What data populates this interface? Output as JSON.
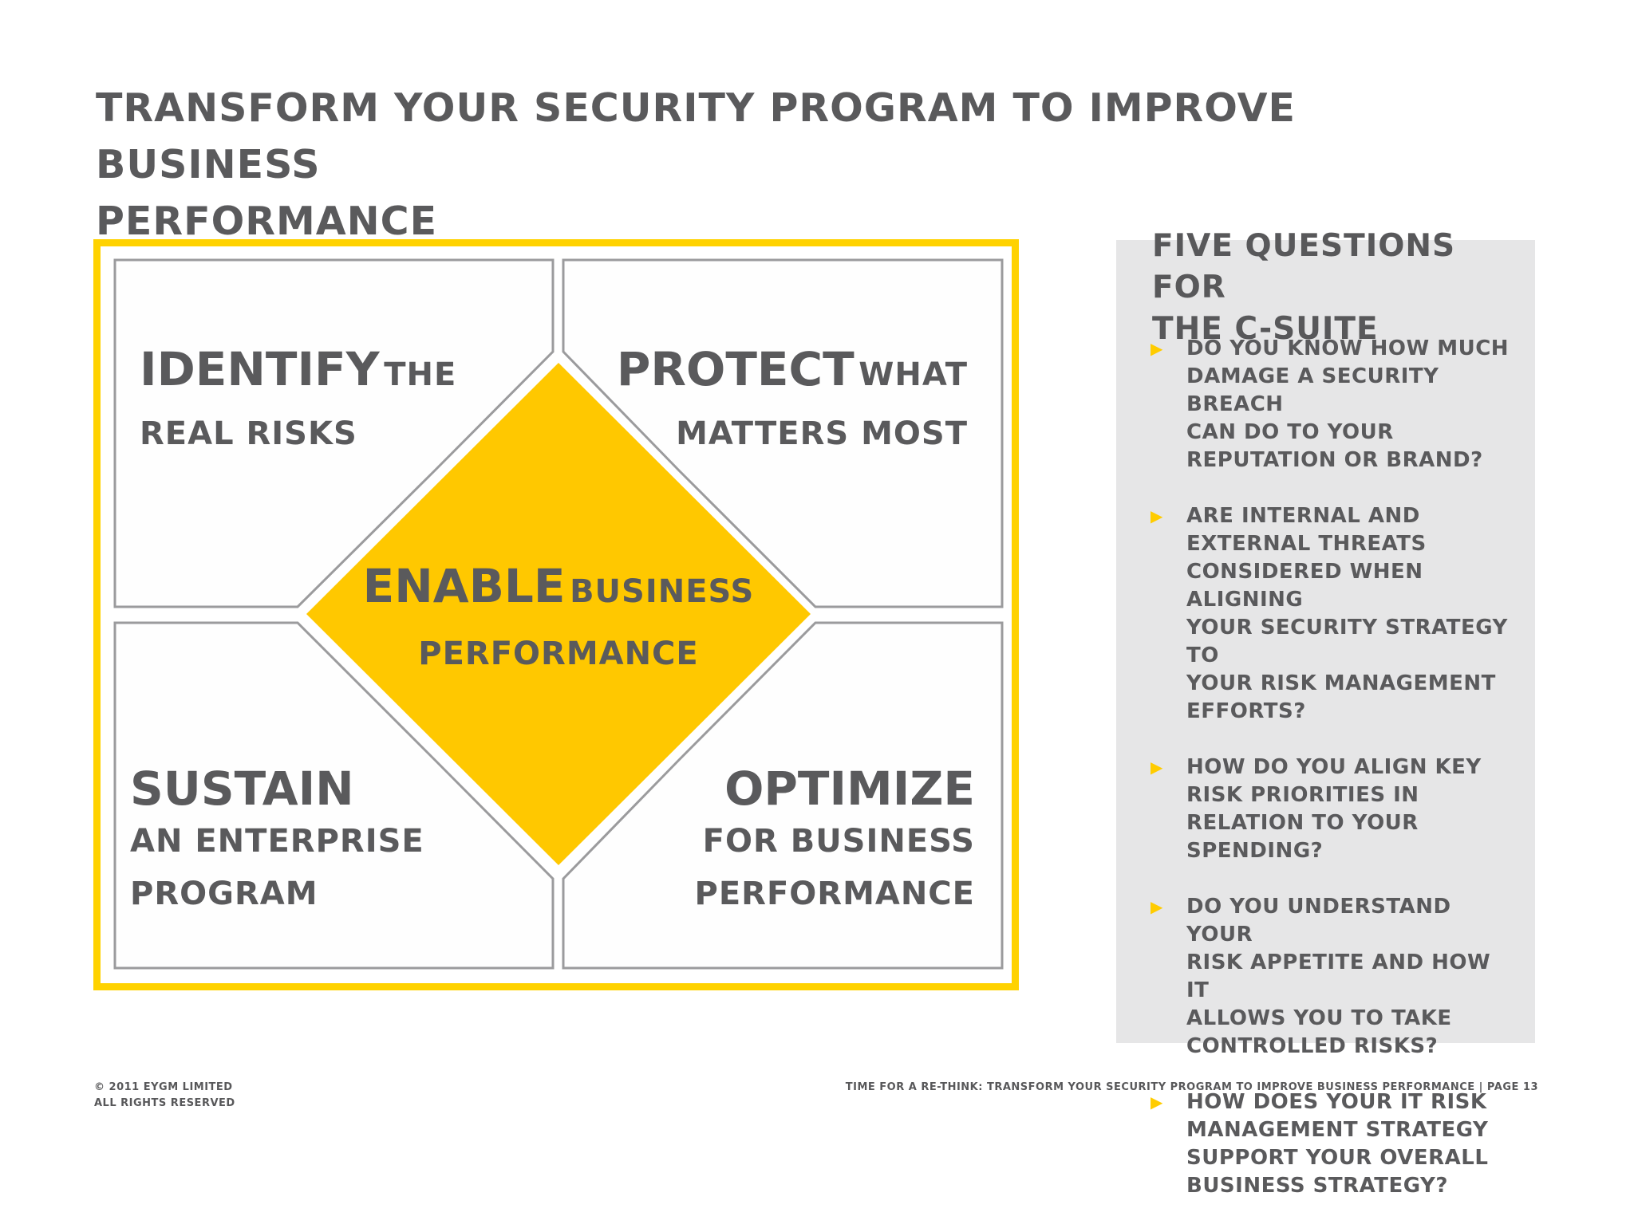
{
  "title": {
    "line1": "Transform your security program to improve business",
    "line2": "performance"
  },
  "framework": {
    "identify": {
      "bold": "Identify",
      "rest_line1": "the",
      "line2": "real risks"
    },
    "protect": {
      "bold": "Protect",
      "rest_line1": "what",
      "line2": "matters most"
    },
    "sustain": {
      "bold": "Sustain",
      "line2": "an enterprise",
      "line3": "program"
    },
    "optimize": {
      "bold": "Optimize",
      "line2": "for business",
      "line3": "performance"
    },
    "enable": {
      "bold": "Enable",
      "rest_line1": "business",
      "line2": "performance"
    },
    "colors": {
      "accent": "#ffd200",
      "diamond": "#ffc800",
      "border": "#9b9b9d",
      "text": "#5a5a5c"
    }
  },
  "sidebar": {
    "title_line1": "Five questions for",
    "title_line2": "the C-suite",
    "background": "#e6e6e7",
    "bullet_icon": "▶",
    "questions": [
      [
        "Do you know how much",
        "damage a security breach",
        "can do to your",
        "reputation or brand?"
      ],
      [
        "Are internal and",
        "external threats",
        "considered when aligning",
        "your security strategy to",
        "your risk management",
        "efforts?"
      ],
      [
        "How do you align key",
        "risk priorities in",
        "relation to your",
        "spending?"
      ],
      [
        "Do you understand your",
        "risk appetite and how it",
        "allows you to take",
        "controlled risks?"
      ],
      [
        "How does your IT risk",
        "management strategy",
        "support your overall",
        "business strategy?"
      ]
    ]
  },
  "footer": {
    "copyright": "© 2011 EYGM Limited",
    "rights": "All Rights Reserved",
    "doc_title": "Time for a re-think: Transform your security program to improve business performance",
    "page": "| Page 13"
  }
}
